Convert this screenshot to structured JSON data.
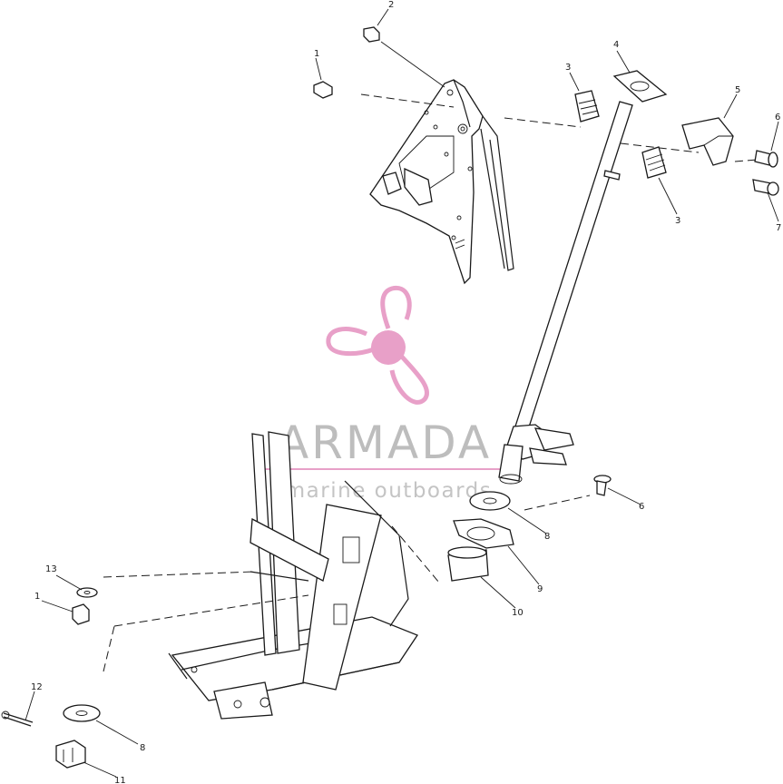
{
  "watermark": {
    "brand": "ARMADA",
    "tagline": "marine outboards",
    "accent_color": "#e8a0c8"
  },
  "callouts": [
    {
      "id": "c1a",
      "text": "1"
    },
    {
      "id": "c2",
      "text": "2"
    },
    {
      "id": "c3a",
      "text": "3"
    },
    {
      "id": "c4",
      "text": "4"
    },
    {
      "id": "c5",
      "text": "5"
    },
    {
      "id": "c6a",
      "text": "6"
    },
    {
      "id": "c7",
      "text": "7"
    },
    {
      "id": "c3b",
      "text": "3"
    },
    {
      "id": "c6b",
      "text": "6"
    },
    {
      "id": "c8a",
      "text": "8"
    },
    {
      "id": "c9",
      "text": "9"
    },
    {
      "id": "c10",
      "text": "10"
    },
    {
      "id": "c13",
      "text": "13"
    },
    {
      "id": "c1b",
      "text": "1"
    },
    {
      "id": "c12",
      "text": "12"
    },
    {
      "id": "c8b",
      "text": "8"
    },
    {
      "id": "c11",
      "text": "11"
    }
  ]
}
